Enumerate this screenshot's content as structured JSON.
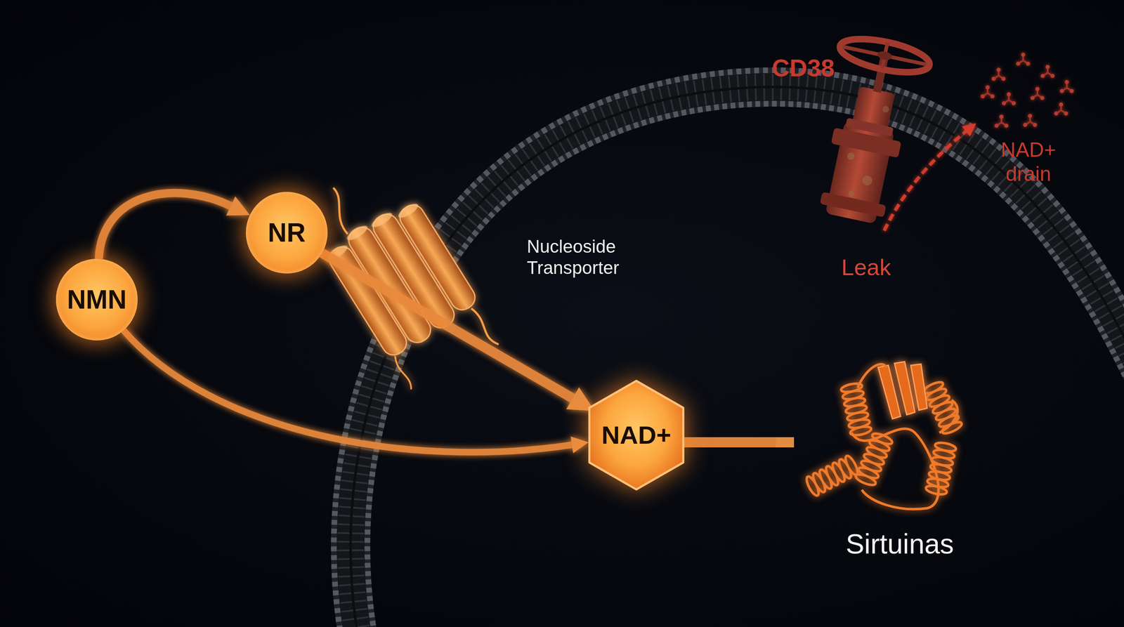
{
  "diagram": {
    "nodes": [
      {
        "text": [
          "NMN"
        ]
      },
      {
        "text": [
          "NR"
        ]
      },
      {
        "text": [
          "NAD+"
        ]
      },
      {
        "text": [
          "Sirtuinas"
        ]
      }
    ],
    "edges": [
      {
        "from": 0,
        "to": 1,
        "arrow": "to"
      },
      {
        "from": 1,
        "to": 2,
        "arrow": "to"
      },
      {
        "from": 0,
        "to": 2,
        "arrow": "to"
      },
      {
        "from": 2,
        "to": 3,
        "arrow": "to"
      }
    ],
    "labels": [
      "Nucleoside Transporter",
      "CD38",
      "Leak",
      "NAD+ drain"
    ]
  }
}
